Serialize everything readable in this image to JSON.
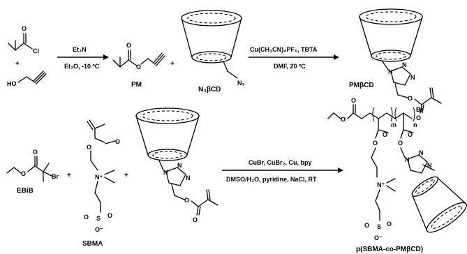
{
  "labels": {
    "pm": "PM",
    "n3bcd": "N₃βCD",
    "pmbcd": "PMβCD",
    "ebib": "EBiB",
    "sbma": "SBMA",
    "product": "p(SBMA-co-PMβCD)"
  },
  "conditions": {
    "step1_top": "Et₃N",
    "step1_bottom": "Et₂O, -10 ºC",
    "step2_top": "Cu(CH₃CN)₄PF₆, TBTA",
    "step2_bottom": "DMF, 20 ºC",
    "step3_top": "CuBr, CuBr₂, Cu, bpy",
    "step3_bottom": "DMSO/H₂O, pyridine, NaCl, RT"
  },
  "atoms": {
    "O": "O",
    "Cl": "Cl",
    "HO": "HO",
    "N": "N",
    "N3": "N₃",
    "Br": "Br",
    "S": "S",
    "Oneg": "O⁻",
    "Nplus": "N⁺",
    "m": "m",
    "n": "n",
    "plus": "+"
  },
  "colors": {
    "ink": "#000000",
    "background": "#ffffff"
  }
}
